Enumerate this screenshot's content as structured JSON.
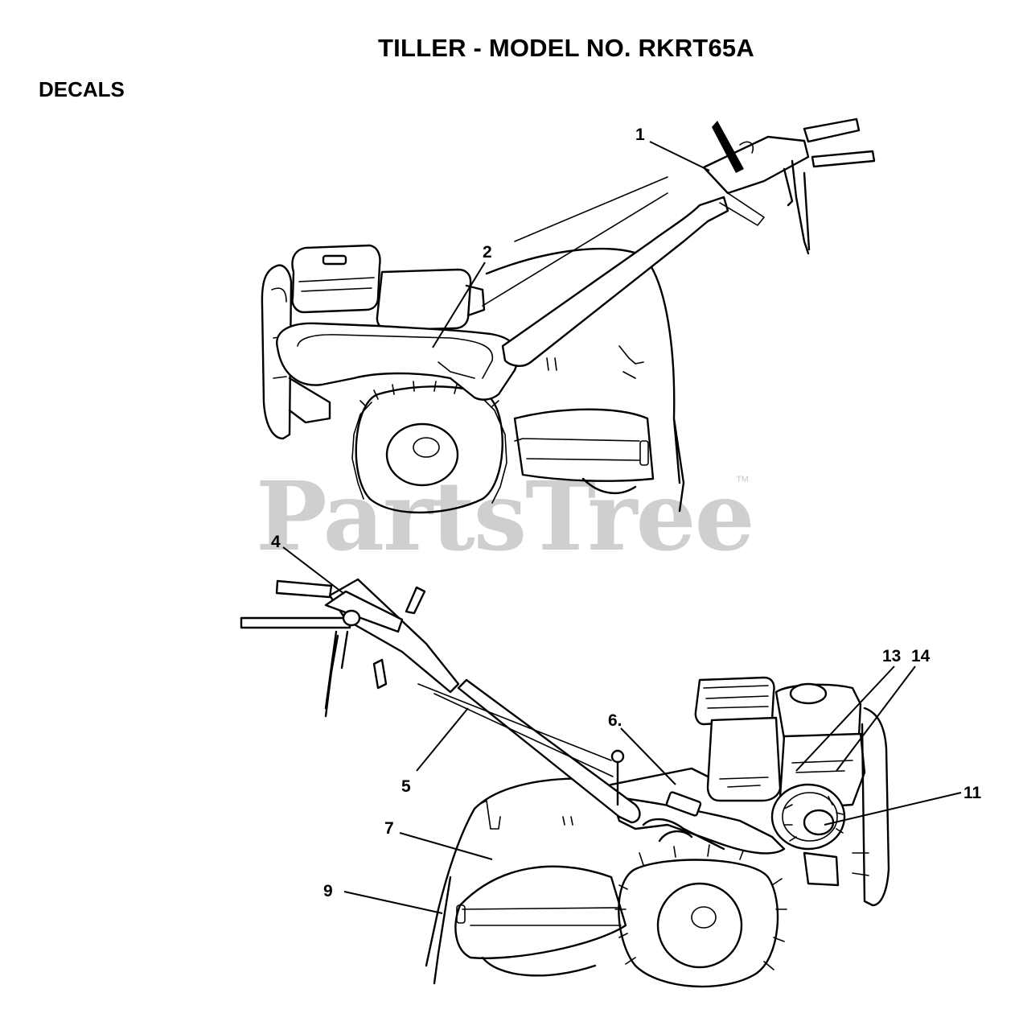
{
  "header": {
    "title": "TILLER - MODEL NO. RKRT65A",
    "section": "DECALS"
  },
  "watermark": {
    "text": "PartsTree",
    "tm": "™",
    "color": "#cfcfcf"
  },
  "callouts": {
    "c1": "1",
    "c2": "2",
    "c4": "4",
    "c5": "5",
    "c6": "6.",
    "c7": "7",
    "c9": "9",
    "c11": "11",
    "c13": "13",
    "c14": "14"
  }
}
